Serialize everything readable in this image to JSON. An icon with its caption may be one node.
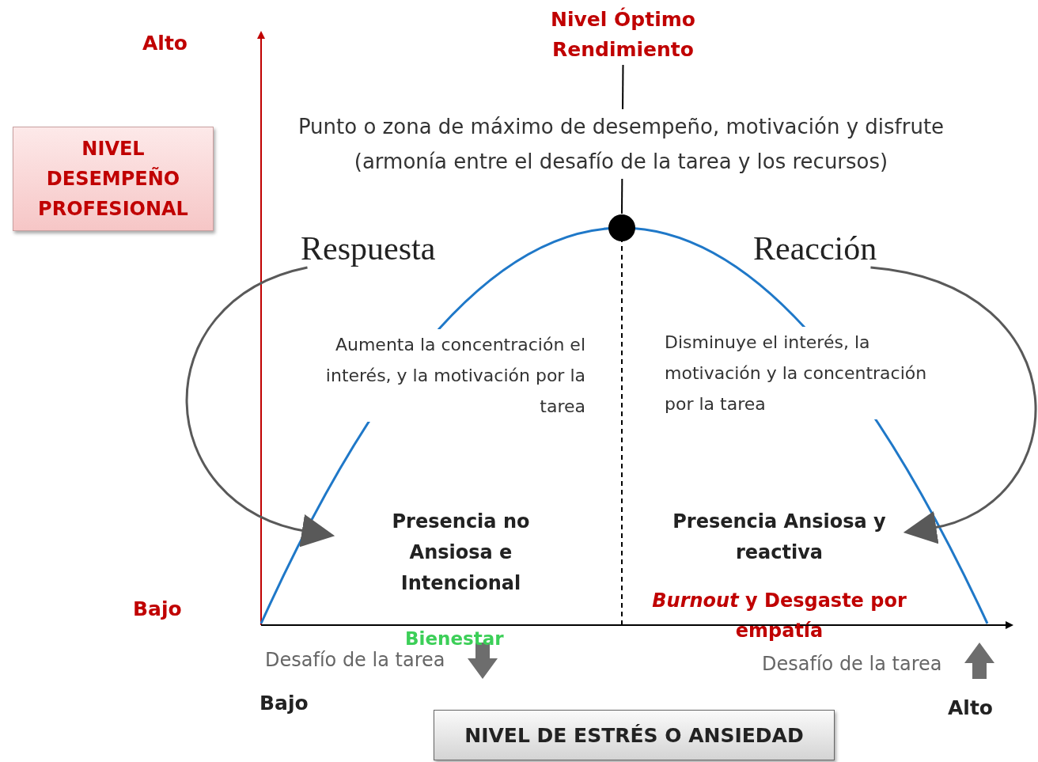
{
  "diagram": {
    "nodes": [
      {
        "text": [
          "NIVEL DESEMPEÑO PROFESIONAL"
        ]
      },
      {
        "text": [
          "NIVEL DE ESTRÉS O ANSIEDAD"
        ]
      },
      {
        "text": [
          "Nivel Óptimo Rendimiento"
        ]
      },
      {
        "text": [],
        "shape": "circle"
      },
      {
        "text": [
          "Respuesta"
        ]
      },
      {
        "text": [
          "Reacción"
        ]
      }
    ],
    "edges": [
      {
        "from": 2,
        "to": 3,
        "arrow": "none"
      },
      {
        "from": 4,
        "to": null,
        "arrow": "to",
        "color": "#595959"
      },
      {
        "from": 5,
        "to": null,
        "arrow": "to",
        "color": "#595959"
      }
    ],
    "labels": [
      "Alto",
      "Bajo",
      "Punto o zona de máximo de desempeño, motivación y disfrute (armonía entre el desafío de la tarea y los recursos)",
      "Aumenta la concentración el interés, y la motivación por la tarea",
      "Disminuye el interés, la motivación y la concentración por la tarea",
      "Presencia no Ansiosa e Intencional",
      "Presencia Ansiosa y reactiva",
      "Bienestar",
      "*Burnout* y Desgaste por empatía",
      "Desafío de la tarea",
      "Desafío de la tarea",
      "Bajo",
      "Alto"
    ]
  }
}
